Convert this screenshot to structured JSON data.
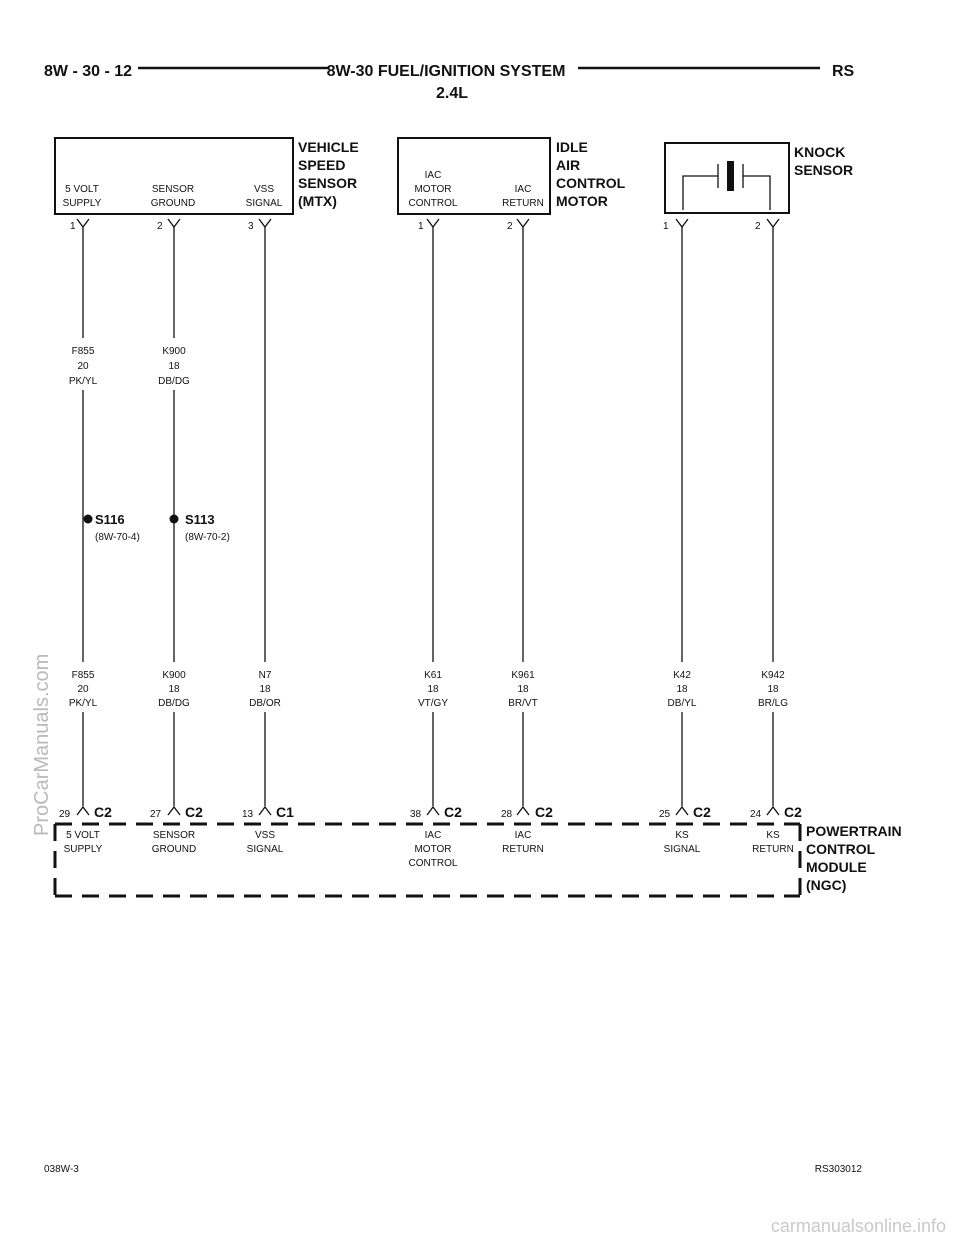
{
  "header": {
    "page_ref": "8W - 30 - 12",
    "title": "8W-30 FUEL/IGNITION SYSTEM",
    "subtitle": "2.4L",
    "model": "RS"
  },
  "components": {
    "vss": {
      "title_lines": [
        "VEHICLE",
        "SPEED",
        "SENSOR",
        "(MTX)"
      ],
      "pins": [
        {
          "num": "1",
          "label": [
            "5 VOLT",
            "SUPPLY"
          ]
        },
        {
          "num": "2",
          "label": [
            "SENSOR",
            "GROUND"
          ]
        },
        {
          "num": "3",
          "label": [
            "VSS",
            "SIGNAL"
          ]
        }
      ]
    },
    "iac": {
      "title_lines": [
        "IDLE",
        "AIR",
        "CONTROL",
        "MOTOR"
      ],
      "pins": [
        {
          "num": "1",
          "label": [
            "IAC",
            "MOTOR",
            "CONTROL"
          ]
        },
        {
          "num": "2",
          "label": [
            "IAC",
            "RETURN"
          ]
        }
      ]
    },
    "ks": {
      "title_lines": [
        "KNOCK",
        "SENSOR"
      ],
      "pins": [
        {
          "num": "1"
        },
        {
          "num": "2"
        }
      ]
    },
    "pcm": {
      "title_lines": [
        "POWERTRAIN",
        "CONTROL",
        "MODULE",
        "(NGC)"
      ],
      "pins": [
        {
          "num": "29",
          "conn": "C2",
          "label": [
            "5 VOLT",
            "SUPPLY"
          ]
        },
        {
          "num": "27",
          "conn": "C2",
          "label": [
            "SENSOR",
            "GROUND"
          ]
        },
        {
          "num": "13",
          "conn": "C1",
          "label": [
            "VSS",
            "SIGNAL"
          ]
        },
        {
          "num": "38",
          "conn": "C2",
          "label": [
            "IAC",
            "MOTOR",
            "CONTROL"
          ]
        },
        {
          "num": "28",
          "conn": "C2",
          "label": [
            "IAC",
            "RETURN"
          ]
        },
        {
          "num": "25",
          "conn": "C2",
          "label": [
            "KS",
            "SIGNAL"
          ]
        },
        {
          "num": "24",
          "conn": "C2",
          "label": [
            "KS",
            "RETURN"
          ]
        }
      ]
    }
  },
  "wires_upper": [
    {
      "code": "F855",
      "gauge": "20",
      "color": "PK/YL"
    },
    {
      "code": "K900",
      "gauge": "18",
      "color": "DB/DG"
    }
  ],
  "splices": [
    {
      "name": "S116",
      "ref": "(8W-70-4)"
    },
    {
      "name": "S113",
      "ref": "(8W-70-2)"
    }
  ],
  "wires_lower": [
    {
      "code": "F855",
      "gauge": "20",
      "color": "PK/YL"
    },
    {
      "code": "K900",
      "gauge": "18",
      "color": "DB/DG"
    },
    {
      "code": "N7",
      "gauge": "18",
      "color": "DB/OR"
    },
    {
      "code": "K61",
      "gauge": "18",
      "color": "VT/GY"
    },
    {
      "code": "K961",
      "gauge": "18",
      "color": "BR/VT"
    },
    {
      "code": "K42",
      "gauge": "18",
      "color": "DB/YL"
    },
    {
      "code": "K942",
      "gauge": "18",
      "color": "BR/LG"
    }
  ],
  "footer": {
    "left": "038W-3",
    "right": "RS303012"
  },
  "watermarks": {
    "side": "ProCarManuals.com",
    "bottom": "carmanualsonline.info"
  }
}
